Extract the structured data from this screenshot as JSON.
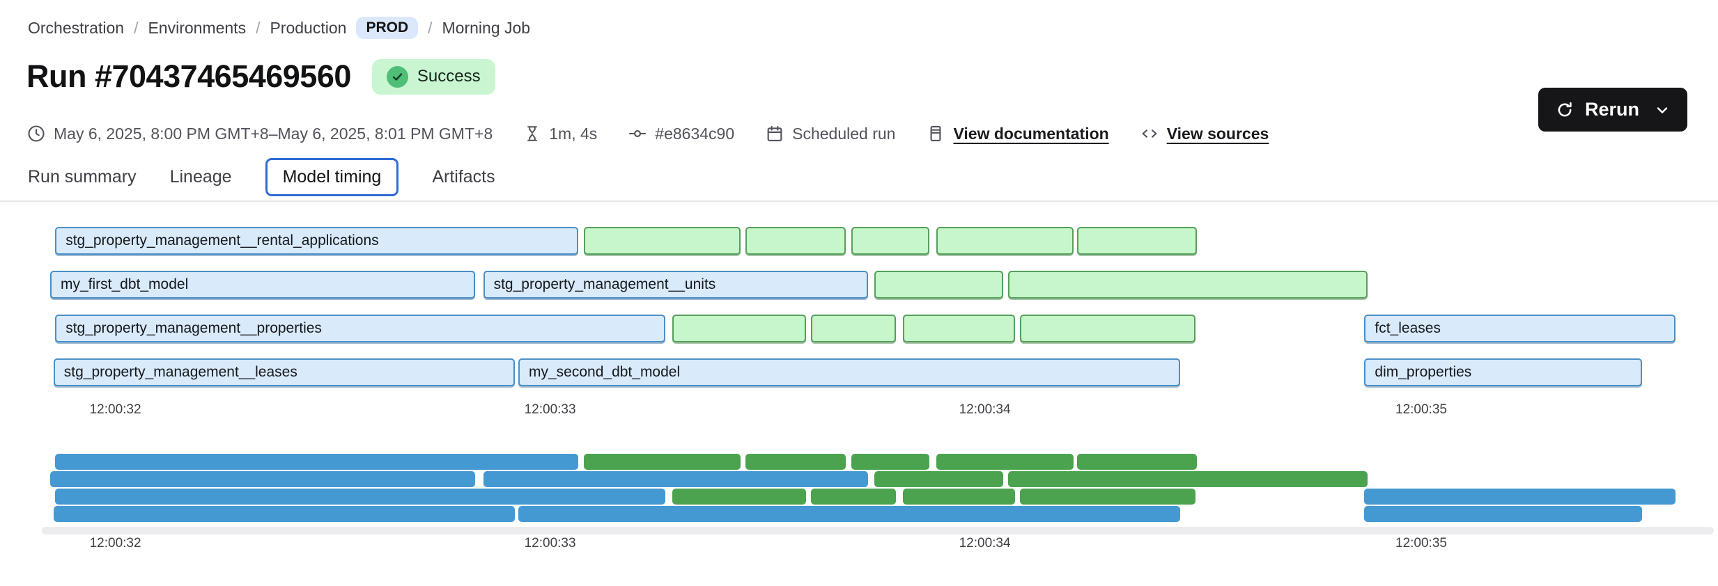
{
  "breadcrumb": {
    "separator": "/",
    "items": [
      "Orchestration",
      "Environments",
      "Production",
      "Morning Job"
    ],
    "env_badge": "PROD"
  },
  "header": {
    "title": "Run #70437465469560",
    "status_badge": "Success"
  },
  "toolbar": {
    "rerun_label": "Rerun"
  },
  "meta": {
    "time_range": "May 6, 2025, 8:00 PM GMT+8–May 6, 2025, 8:01 PM GMT+8",
    "duration": "1m, 4s",
    "commit_sha": "#e8634c90",
    "trigger": "Scheduled run",
    "documentation_link": "View documentation",
    "sources_link": "View sources"
  },
  "tabs": [
    {
      "label": "Run summary",
      "active": false
    },
    {
      "label": "Lineage",
      "active": false
    },
    {
      "label": "Model timing",
      "active": true
    },
    {
      "label": "Artifacts",
      "active": false
    }
  ],
  "chart_data": {
    "type": "gantt",
    "title": "Model timing",
    "axis_ticks": [
      "12:00:32",
      "12:00:33",
      "12:00:34",
      "12:00:35"
    ],
    "tick_positions_pct": [
      4.4,
      30.4,
      56.4,
      82.5
    ],
    "colors": {
      "model_fill": "#d9eafa",
      "model_border": "#4a8fc8",
      "test_fill": "#c6f6c9",
      "test_border": "#569f5c",
      "mini_model": "#4599d2",
      "mini_test": "#4ba34f"
    },
    "rows": [
      {
        "bars": [
          {
            "label": "stg_property_management__rental_applications",
            "color": "blue",
            "left": 0.8,
            "width": 31.3
          },
          {
            "color": "green",
            "left": 32.4,
            "width": 9.4
          },
          {
            "color": "green",
            "left": 42.1,
            "width": 6.0
          },
          {
            "color": "green",
            "left": 48.4,
            "width": 4.7
          },
          {
            "color": "green",
            "left": 53.5,
            "width": 8.2
          },
          {
            "color": "green",
            "left": 61.9,
            "width": 7.2
          }
        ]
      },
      {
        "bars": [
          {
            "label": "my_first_dbt_model",
            "color": "blue",
            "left": 0.5,
            "width": 25.4
          },
          {
            "label": "stg_property_management__units",
            "color": "blue",
            "left": 26.4,
            "width": 23.0
          },
          {
            "color": "green",
            "left": 49.8,
            "width": 7.7
          },
          {
            "color": "green",
            "left": 57.8,
            "width": 21.5
          }
        ]
      },
      {
        "bars": [
          {
            "label": "stg_property_management__properties",
            "color": "blue",
            "left": 0.8,
            "width": 36.5
          },
          {
            "color": "green",
            "left": 37.7,
            "width": 8.0
          },
          {
            "color": "green",
            "left": 46.0,
            "width": 5.1
          },
          {
            "color": "green",
            "left": 51.5,
            "width": 6.7
          },
          {
            "color": "green",
            "left": 58.5,
            "width": 10.5
          },
          {
            "label": "fct_leases",
            "color": "blue",
            "left": 79.1,
            "width": 18.6
          }
        ]
      },
      {
        "bars": [
          {
            "label": "stg_property_management__leases",
            "color": "blue",
            "left": 0.7,
            "width": 27.6
          },
          {
            "label": "my_second_dbt_model",
            "color": "blue",
            "left": 28.5,
            "width": 39.6
          },
          {
            "label": "dim_properties",
            "color": "blue",
            "left": 79.1,
            "width": 16.6
          }
        ]
      }
    ]
  }
}
